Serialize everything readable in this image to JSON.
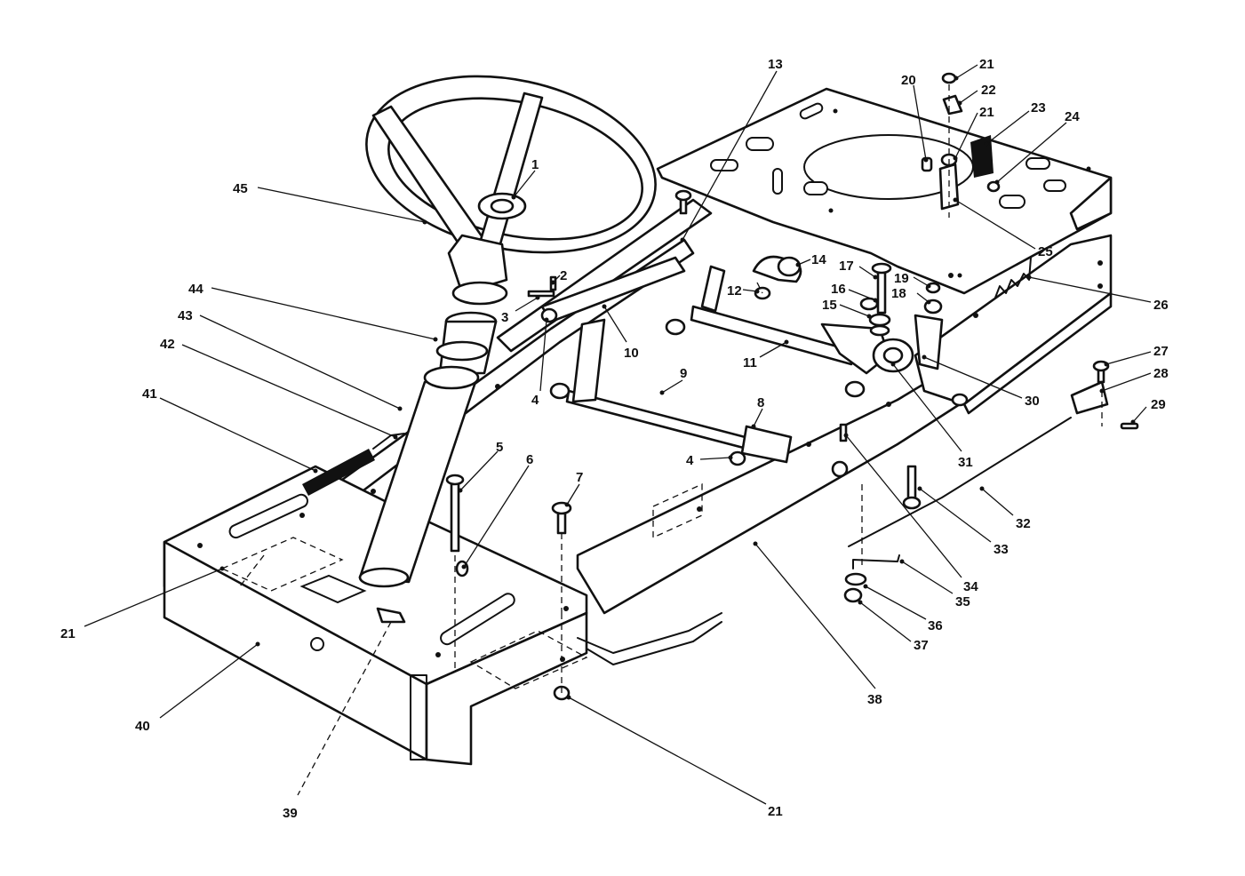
{
  "diagram": {
    "type": "exploded parts diagram",
    "callouts": [
      {
        "id": "c1",
        "text": "1"
      },
      {
        "id": "c2",
        "text": "2"
      },
      {
        "id": "c3",
        "text": "3"
      },
      {
        "id": "c4a",
        "text": "4"
      },
      {
        "id": "c4b",
        "text": "4"
      },
      {
        "id": "c5",
        "text": "5"
      },
      {
        "id": "c6",
        "text": "6"
      },
      {
        "id": "c7",
        "text": "7"
      },
      {
        "id": "c8",
        "text": "8"
      },
      {
        "id": "c9",
        "text": "9"
      },
      {
        "id": "c10",
        "text": "10"
      },
      {
        "id": "c11",
        "text": "11"
      },
      {
        "id": "c12",
        "text": "12"
      },
      {
        "id": "c13",
        "text": "13"
      },
      {
        "id": "c14",
        "text": "14"
      },
      {
        "id": "c15",
        "text": "15"
      },
      {
        "id": "c16",
        "text": "16"
      },
      {
        "id": "c17",
        "text": "17"
      },
      {
        "id": "c18",
        "text": "18"
      },
      {
        "id": "c19",
        "text": "19"
      },
      {
        "id": "c20",
        "text": "20"
      },
      {
        "id": "c21a",
        "text": "21"
      },
      {
        "id": "c21b",
        "text": "21"
      },
      {
        "id": "c21c",
        "text": "21"
      },
      {
        "id": "c21d",
        "text": "21"
      },
      {
        "id": "c22",
        "text": "22"
      },
      {
        "id": "c23",
        "text": "23"
      },
      {
        "id": "c24",
        "text": "24"
      },
      {
        "id": "c25",
        "text": "25"
      },
      {
        "id": "c26",
        "text": "26"
      },
      {
        "id": "c27",
        "text": "27"
      },
      {
        "id": "c28",
        "text": "28"
      },
      {
        "id": "c29",
        "text": "29"
      },
      {
        "id": "c30",
        "text": "30"
      },
      {
        "id": "c31",
        "text": "31"
      },
      {
        "id": "c32",
        "text": "32"
      },
      {
        "id": "c33",
        "text": "33"
      },
      {
        "id": "c34",
        "text": "34"
      },
      {
        "id": "c35",
        "text": "35"
      },
      {
        "id": "c36",
        "text": "36"
      },
      {
        "id": "c37",
        "text": "37"
      },
      {
        "id": "c38",
        "text": "38"
      },
      {
        "id": "c39",
        "text": "39"
      },
      {
        "id": "c40",
        "text": "40"
      },
      {
        "id": "c41",
        "text": "41"
      },
      {
        "id": "c42",
        "text": "42"
      },
      {
        "id": "c43",
        "text": "43"
      },
      {
        "id": "c44",
        "text": "44"
      },
      {
        "id": "c45",
        "text": "45"
      }
    ],
    "colors": {
      "ink": "#111111",
      "paper": "#ffffff"
    }
  }
}
